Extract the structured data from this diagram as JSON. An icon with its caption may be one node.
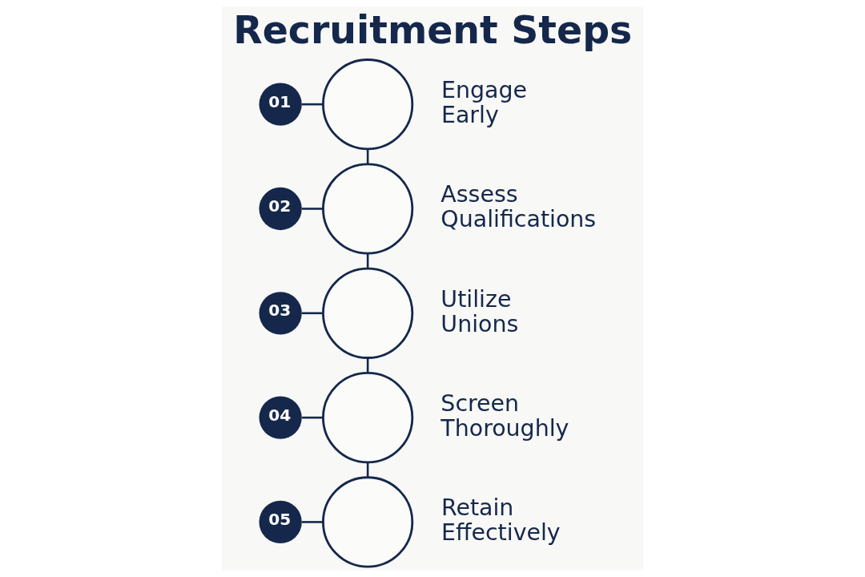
{
  "diagram": {
    "title": "Recruitment Steps",
    "nodes": [
      {
        "text": [
          "01"
        ]
      },
      {
        "text": [],
        "shape": "circle",
        "beside": [
          "Engage Early"
        ]
      },
      {
        "text": [
          "02"
        ]
      },
      {
        "text": [],
        "shape": "circle",
        "beside": [
          "Assess Qualifications"
        ]
      },
      {
        "text": [
          "03"
        ]
      },
      {
        "text": [],
        "shape": "circle",
        "beside": [
          "Utilize Unions"
        ]
      },
      {
        "text": [
          "04"
        ]
      },
      {
        "text": [],
        "shape": "circle",
        "beside": [
          "Screen Thoroughly"
        ]
      },
      {
        "text": [
          "05"
        ]
      },
      {
        "text": [],
        "shape": "circle",
        "beside": [
          "Retain Effectively"
        ]
      }
    ],
    "edges": [
      {
        "from": 0,
        "to": 1,
        "arrow": "none"
      },
      {
        "from": 1,
        "to": 3,
        "arrow": "none"
      },
      {
        "from": 2,
        "to": 3,
        "arrow": "none"
      },
      {
        "from": 3,
        "to": 5,
        "arrow": "none"
      },
      {
        "from": 4,
        "to": 5,
        "arrow": "none"
      },
      {
        "from": 5,
        "to": 7,
        "arrow": "none"
      },
      {
        "from": 6,
        "to": 7,
        "arrow": "none"
      },
      {
        "from": 7,
        "to": 9,
        "arrow": "none"
      },
      {
        "from": 8,
        "to": 9,
        "arrow": "none"
      }
    ]
  }
}
